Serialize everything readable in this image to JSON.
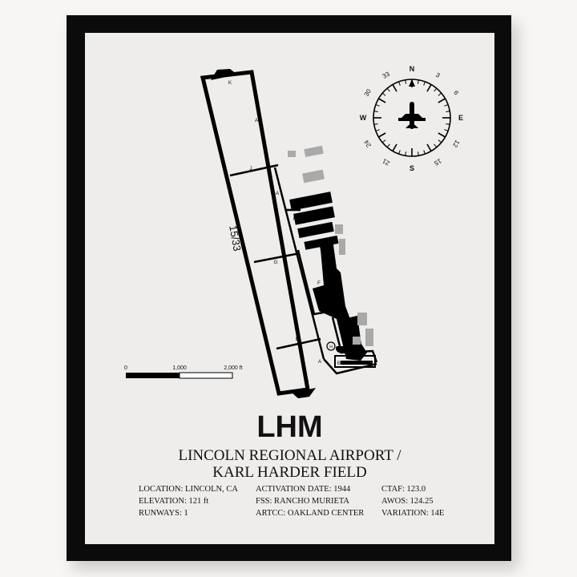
{
  "poster": {
    "code": "LHM",
    "name_line1": "LINCOLN REGIONAL AIRPORT /",
    "name_line2": "KARL HARDER FIELD",
    "runway_label": "15/33",
    "taxiway_labels": [
      "K",
      "A",
      "J",
      "A",
      "H",
      "G",
      "F",
      "E",
      "A",
      "B",
      "D",
      "H"
    ],
    "scale": {
      "ticks": [
        "0",
        "1,000",
        "2,000 ft"
      ]
    },
    "compass": {
      "cardinals": [
        "N",
        "E",
        "S",
        "W"
      ],
      "numbers": [
        "3",
        "6",
        "12",
        "15",
        "21",
        "24",
        "30",
        "33"
      ],
      "icon": "airplane-icon"
    },
    "info": {
      "col1": [
        "LOCATION: LINCOLN, CA",
        "ELEVATION: 121 ft",
        "RUNWAYS: 1"
      ],
      "col2": [
        "ACTIVATION DATE: 1944",
        "FSS: RANCHO MURIETA",
        "ARTCC: OAKLAND CENTER"
      ],
      "col3": [
        "CTAF: 123.0",
        "AWOS: 124.25",
        "VARIATION: 14E"
      ]
    }
  }
}
